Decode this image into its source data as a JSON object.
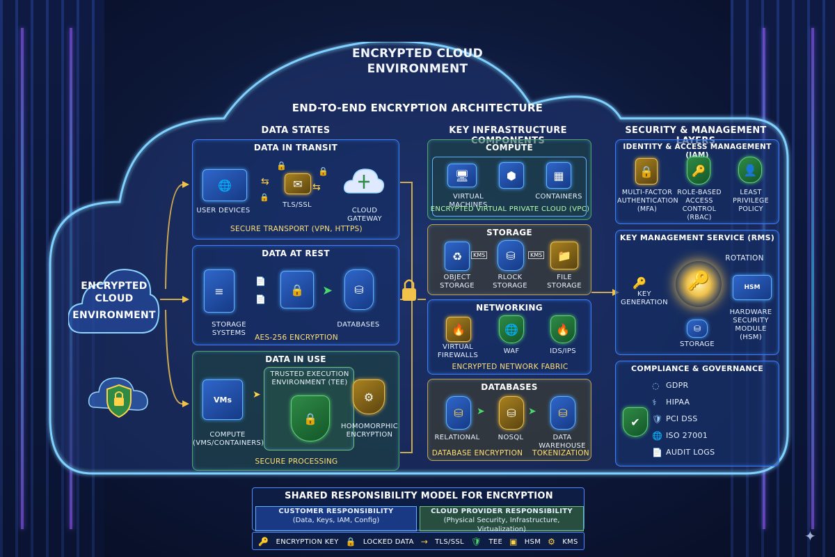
{
  "titles": {
    "cloud_top": "Encrypted Cloud Environment",
    "architecture": "End-to-End Encryption Architecture",
    "side_cloud_line1": "Encrypted",
    "side_cloud_line2": "Cloud",
    "side_cloud_line3": "Environment"
  },
  "columns": {
    "data_states": "Data States",
    "infra": "Key Infrastructure Components",
    "security": "Security & Management Layers"
  },
  "transit": {
    "title": "Data in Transit",
    "user_devices": "User Devices",
    "tls": "TLS/SSL",
    "gateway": "Cloud Gateway",
    "footer": "Secure Transport (VPN, HTTPS)"
  },
  "rest": {
    "title": "Data at Rest",
    "storage": "Storage Systems",
    "databases": "Databases",
    "footer": "AES-256 Encryption"
  },
  "use": {
    "title": "Data in Use",
    "tee_line1": "Trusted Execution",
    "tee_line2": "Environment (TEE)",
    "compute_line1": "Compute",
    "compute_line2": "(VMs/Containers)",
    "vm_badge": "VMs",
    "homomorphic_line1": "Homomorphic",
    "homomorphic_line2": "Encryption",
    "footer": "Secure Processing"
  },
  "compute": {
    "title": "Compute",
    "vms": "Virtual Machines",
    "containers": "Containers",
    "footer": "Encrypted Virtual Private Cloud (VPC)"
  },
  "storage": {
    "title": "Storage",
    "object_line1": "Object",
    "object_line2": "Storage",
    "block_line1": "Rlock",
    "block_line2": "Storage",
    "file_line1": "File",
    "file_line2": "Storage",
    "kms_tag": "KMS"
  },
  "networking": {
    "title": "Networking",
    "fw_line1": "Virtual",
    "fw_line2": "Firewalls",
    "waf": "WAF",
    "ids": "IDS/IPS",
    "footer": "Encrypted Network Fabric"
  },
  "databases": {
    "title": "Databases",
    "relational": "Relational",
    "nosql": "NoSQL",
    "warehouse": "Data Warehouse",
    "footer_left": "Database Encryption",
    "footer_right": "Tokenization"
  },
  "iam": {
    "title": "Identity & Access Management (IAM)",
    "mfa_line1": "Multi-Factor",
    "mfa_line2": "Authentication",
    "mfa_line3": "(MFA)",
    "rbac_line1": "Role-Based",
    "rbac_line2": "Access Control",
    "rbac_line3": "(RBAC)",
    "lp_line1": "Least",
    "lp_line2": "Privilege",
    "lp_line3": "Policy"
  },
  "kms": {
    "title": "Key Management Service (RMS)",
    "rotation": "Rotation",
    "keygen_line1": "Key",
    "keygen_line2": "Generation",
    "storage": "Storage",
    "hsm_line1": "Hardware",
    "hsm_line2": "Security",
    "hsm_line3": "Module",
    "hsm_line4": "(HSM)",
    "hsm_badge": "HSM"
  },
  "compliance": {
    "title": "Compliance & Governance",
    "items": [
      "GDPR",
      "HIPAA",
      "PCI DSS",
      "ISO 27001",
      "Audit Logs"
    ]
  },
  "shared": {
    "title": "Shared Responsibility Model for Encryption",
    "customer_title": "Customer Responsibility",
    "customer_detail": "(Data, Keys, IAM, Config)",
    "provider_title": "Cloud Provider Responsibility",
    "provider_detail": "(Physical Security, Infrastructure, Virtualization)"
  },
  "legend": {
    "key": "Encryption Key",
    "locked": "Locked Data",
    "tls": "TLS/SSL",
    "tee": "TEE",
    "hsm": "HSM",
    "kms": "KMS"
  },
  "colors": {
    "accent_blue": "#3d7dff",
    "accent_green": "#4fa95a",
    "accent_gold": "#c9a23a",
    "arrow_gold": "#f0c24c"
  }
}
